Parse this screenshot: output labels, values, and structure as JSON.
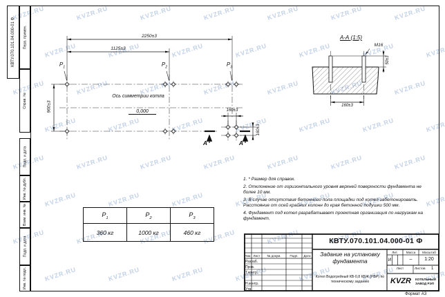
{
  "watermark": {
    "text": "KVZR.RU"
  },
  "corner_designation": "КВТУ.070.101.04.000-01 Ф",
  "side_strip": {
    "cells": [
      "Перв. примен.",
      "Справ. №",
      "Подп. и дата",
      "Инв. № дубл.",
      "Взам. инв. №",
      "Подп. и дата",
      "Инв. № подл."
    ]
  },
  "plan": {
    "dim_2250": "2250±3",
    "dim_1125": "1125±3",
    "dim_960": "960±3",
    "dim_160_h": "160±3",
    "dim_160_v": "160±3",
    "axis_label": "Ось симметрии котла",
    "level_mark": "0,000",
    "points": {
      "p1": {
        "base": "Р",
        "sub": "1"
      },
      "p2": {
        "base": "Р",
        "sub": "2"
      },
      "p3": {
        "base": "Р",
        "sub": "3"
      }
    },
    "section_letter": "А"
  },
  "section_view": {
    "title": "А-А (1:5)",
    "bolt_label": "M16",
    "dim_protrusion": "50±3",
    "dim_spacing": "160±3"
  },
  "notes": [
    "1. * Размер для справок.",
    "2. Отклонение от горизонтального уровня верхней поверхности фундамента не более 10 мм.",
    "3. В случае отсутствия бетонного пола площадки под котел забетонировать. Расстояние от осей крайних колонн до края бетонной подушки 500 мм.",
    "4. Фундамент под котел разрабатывает проектная организация по нагрузкам на фундамент."
  ],
  "mass_table": {
    "headers": [
      {
        "base": "Р",
        "sub": "1"
      },
      {
        "base": "Р",
        "sub": "2"
      },
      {
        "base": "Р",
        "sub": "3"
      }
    ],
    "values": [
      "360 кг",
      "1000 кг",
      "460 кг"
    ]
  },
  "title_block": {
    "designation": "КВТУ.070.101.04.000-01 Ф",
    "doc_title": "Задание на установку фундамента",
    "product_desc": "Котел Водогрейный КВ-0,8 КБЖ (РВР) по техническому заданию",
    "header_cols": [
      "Изм.",
      "Лист",
      "№ докум.",
      "Подп.",
      "Дата"
    ],
    "sig_rows": [
      "Разраб.",
      "Пров.",
      "Т.контр.",
      "Н.контр.",
      "Утв."
    ],
    "lit_label": "Лит.",
    "lit_value": "И",
    "mass_label": "Масса",
    "mass_value": "–",
    "scale_label": "Масштаб",
    "scale_value": "1:20",
    "sheet_label": "Лист",
    "sheets_label": "Листов",
    "sheets_value": "1",
    "logo": "KVZR",
    "org_line1": "КОТЕЛЬНЫЙ",
    "org_line2": "ЗАВОД РЭП"
  },
  "footer": {
    "format": "Формат А3"
  }
}
